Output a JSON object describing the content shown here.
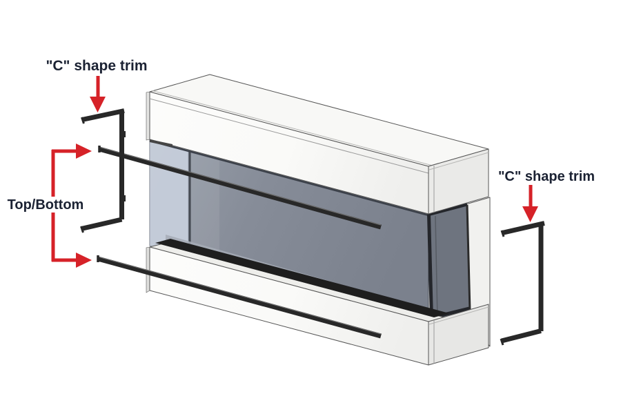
{
  "diagram": {
    "description": "Exploded view diagram of a three-sided glass fireplace showing trim piece installation",
    "annotations": [
      {
        "id": "left-c-trim",
        "label": "\"C\" shape trim",
        "pointer": "red-arrow-down"
      },
      {
        "id": "top-bottom-trim",
        "label": "Top/Bottom",
        "pointer": "red-bracket-with-arrows"
      },
      {
        "id": "right-c-trim",
        "label": "\"C\" shape trim",
        "pointer": "red-arrow-down"
      }
    ],
    "colors": {
      "annotation_red": "#d62228",
      "label_text": "#1b2233",
      "trim_black": "#282828",
      "glass_gray": "#868c98",
      "glass_left_tint": "#c8d0dd",
      "body_white": "#fbfbfa",
      "background": "#ffffff"
    }
  }
}
